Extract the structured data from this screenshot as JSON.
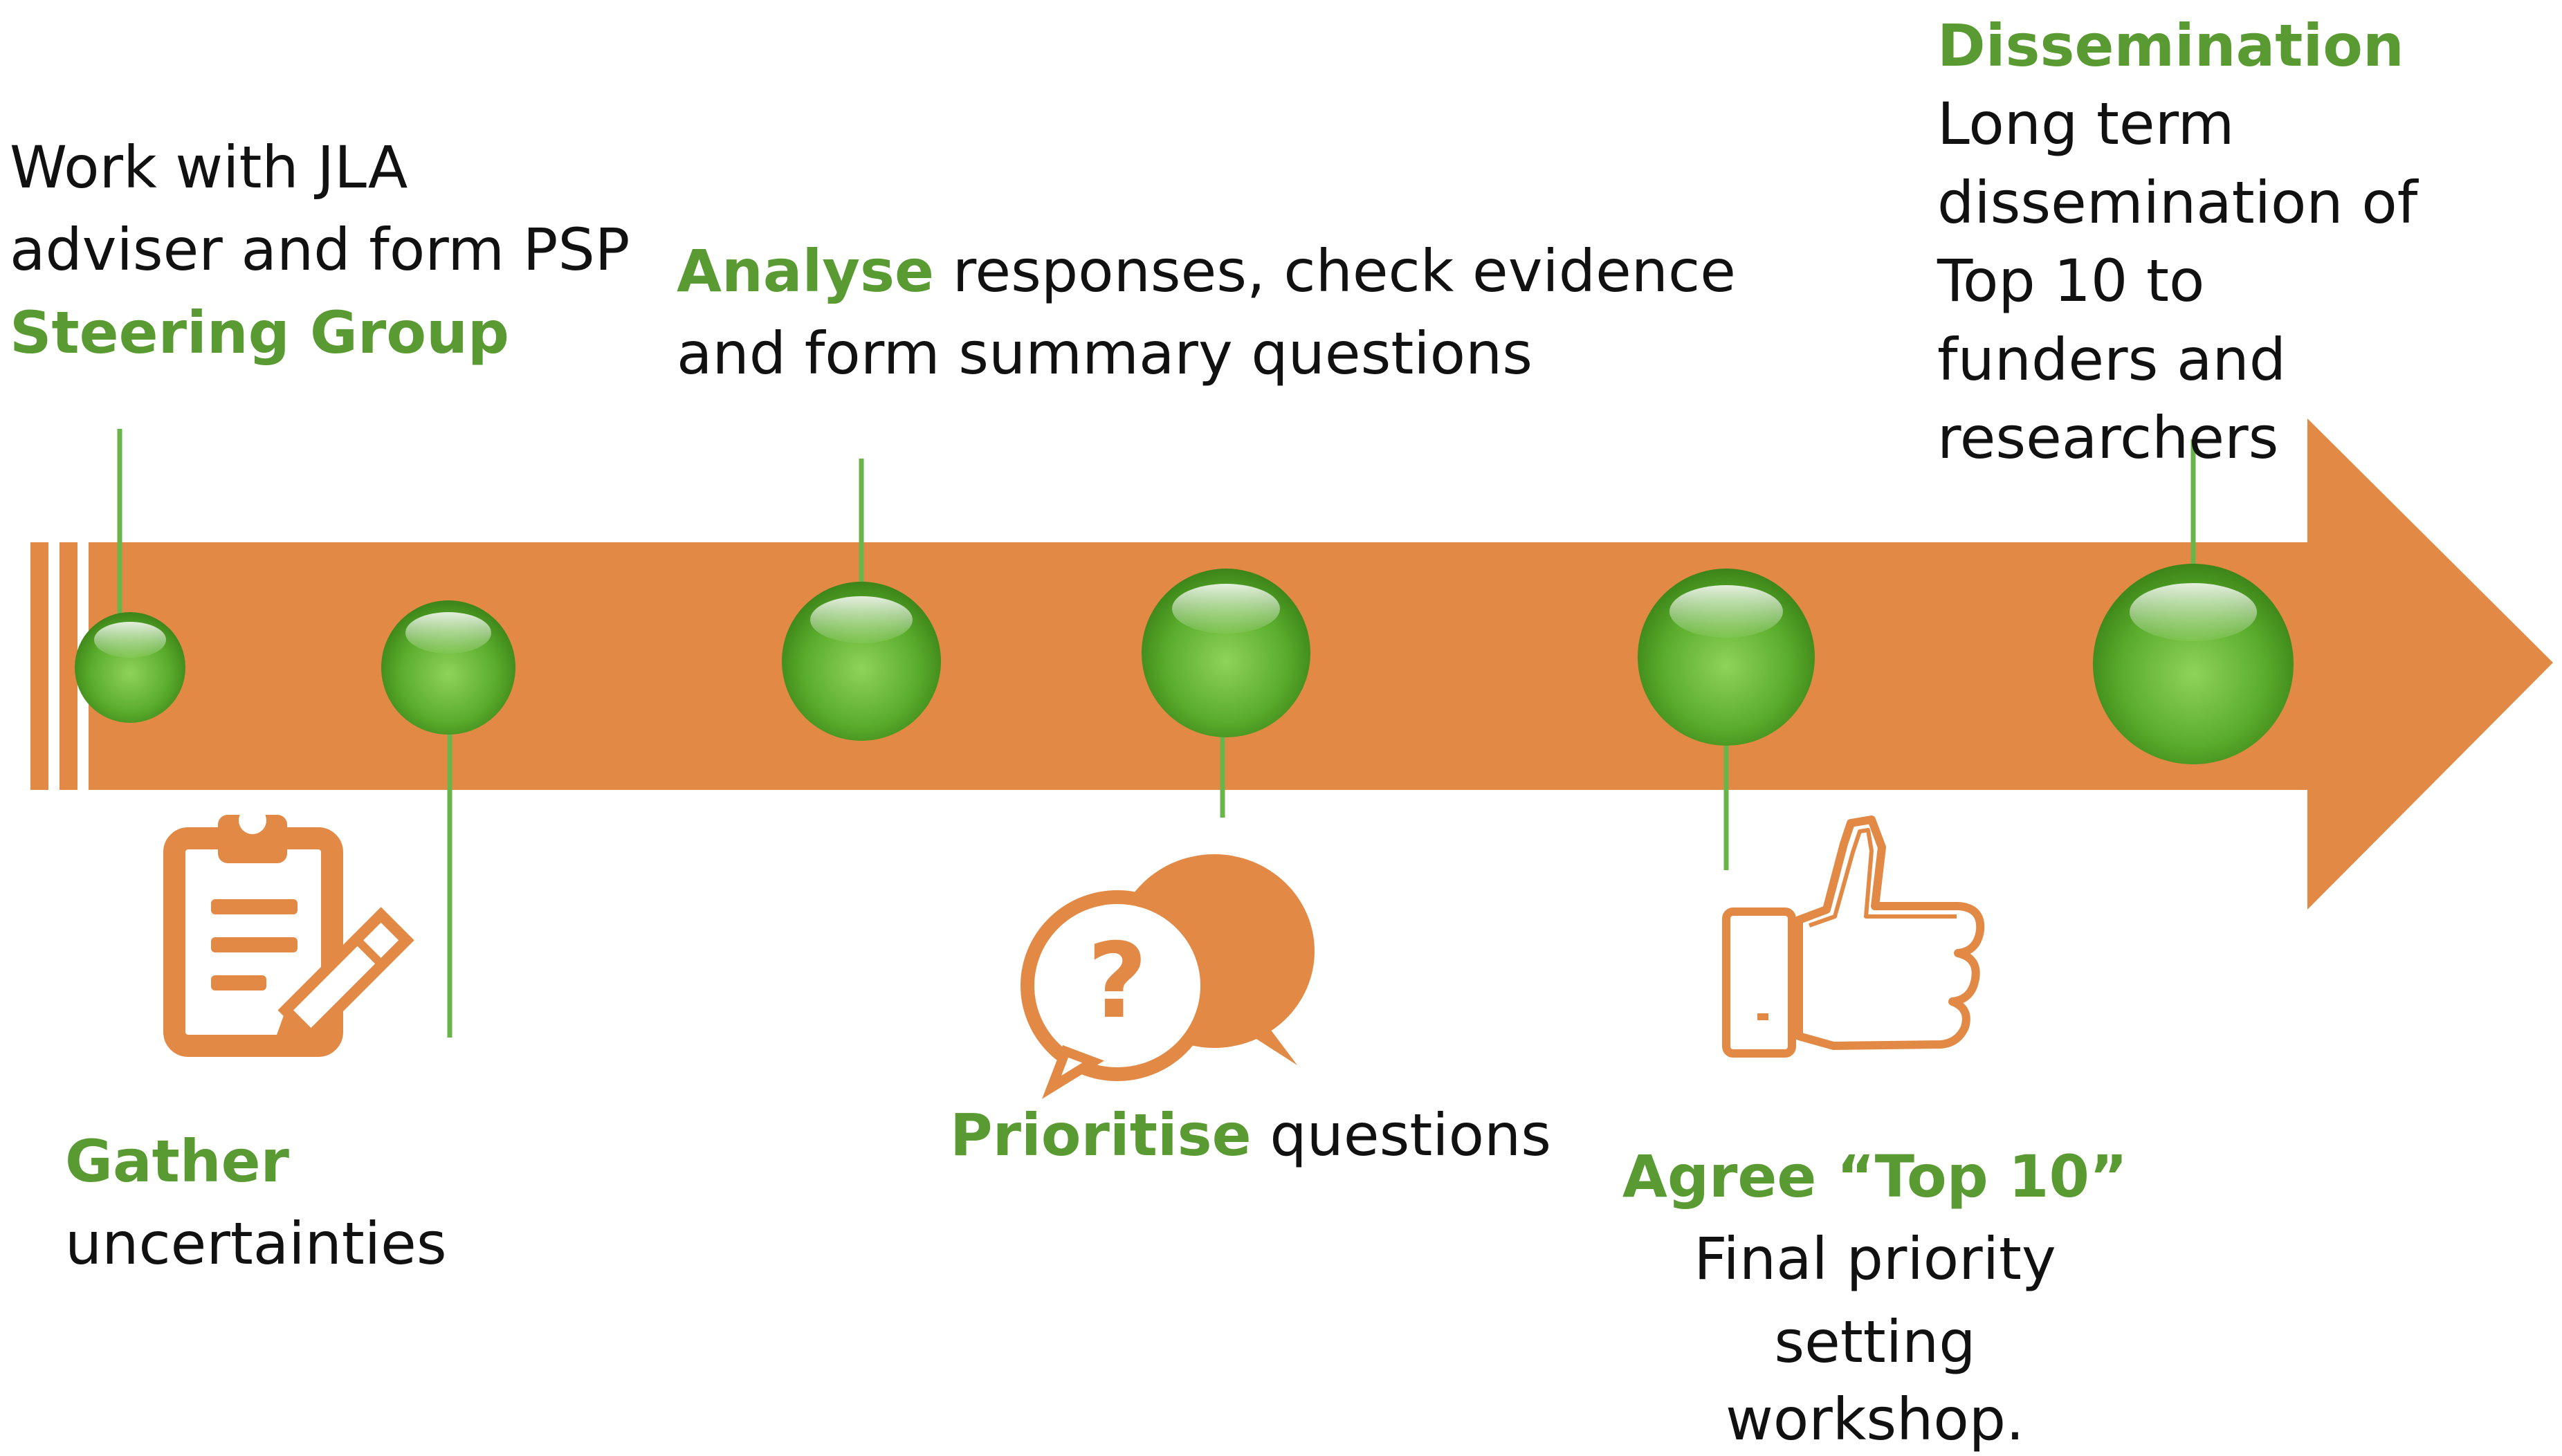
{
  "colors": {
    "arrow": "#e28a45",
    "green_text": "#5a9a32",
    "connector": "#6ab54a",
    "node_fill": "#5aac2c",
    "icon": "#e28a45",
    "body_text": "#111111"
  },
  "stages": [
    {
      "id": "steering",
      "lines": [
        "Work with JLA",
        "adviser and form PSP"
      ],
      "heading": "Steering Group"
    },
    {
      "id": "gather",
      "heading": "Gather",
      "lines": [
        "uncertainties"
      ],
      "icon": "clipboard-pencil-icon"
    },
    {
      "id": "analyse",
      "heading": "Analyse",
      "inline_text": " responses, check evidence",
      "lines": [
        "and form summary questions"
      ]
    },
    {
      "id": "prioritise",
      "heading": "Prioritise",
      "inline_text": " questions",
      "icon": "speech-bubbles-question-icon"
    },
    {
      "id": "agree",
      "heading": "Agree “Top 10”",
      "lines": [
        "Final priority setting",
        "workshop."
      ],
      "icon": "thumbs-up-icon"
    },
    {
      "id": "dissemination",
      "heading": "Dissemination",
      "lines": [
        "Long term",
        "dissemination of",
        "Top 10 to",
        "funders and",
        "researchers"
      ]
    }
  ]
}
